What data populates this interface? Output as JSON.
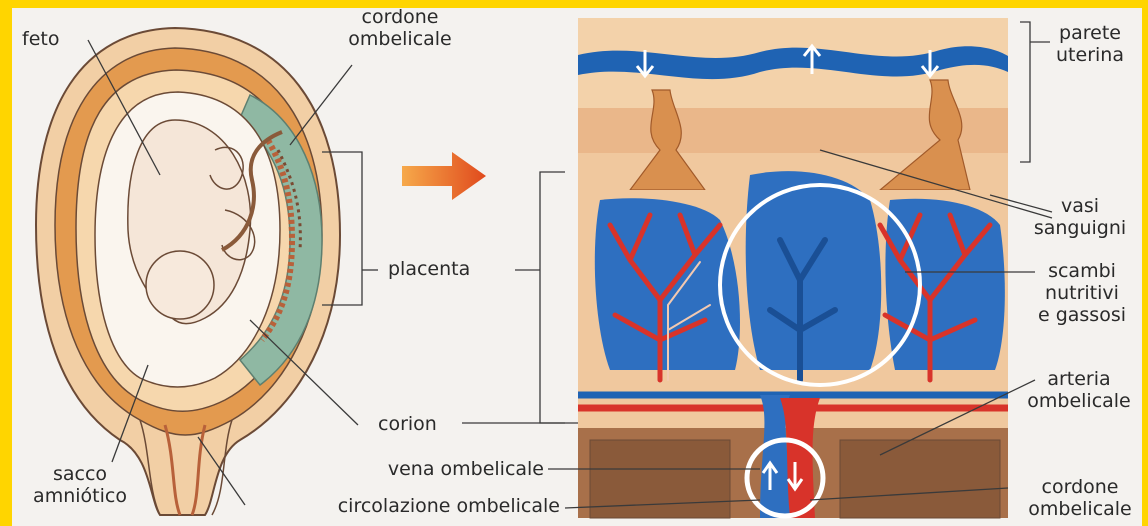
{
  "labels": {
    "feto": "feto",
    "cordone_ombelicale_top_1": "cordone",
    "cordone_ombelicale_top_2": "ombelicale",
    "placenta": "placenta",
    "corion": "corion",
    "sacco_1": "sacco",
    "sacco_2": "amniótico",
    "vena": "vena ombelicale",
    "circolazione": "circolazione ombelicale",
    "parete_1": "parete",
    "parete_2": "uterina",
    "vasi_1": "vasi",
    "vasi_2": "sanguigni",
    "scambi_1": "scambi",
    "scambi_2": "nutritivi",
    "scambi_3": "e gassosi",
    "arteria_1": "arteria",
    "arteria_2": "ombelicale",
    "cordone_bottom_1": "cordone",
    "cordone_bottom_2": "ombelicale"
  },
  "colors": {
    "frame": "#ffd500",
    "background": "#f4f2ef",
    "artery": "#d8332a",
    "vein": "#1f63b3",
    "tissue": "#e8b48a",
    "uterus_orange": "#e39a4f",
    "cord_wall": "#6b4a36"
  }
}
